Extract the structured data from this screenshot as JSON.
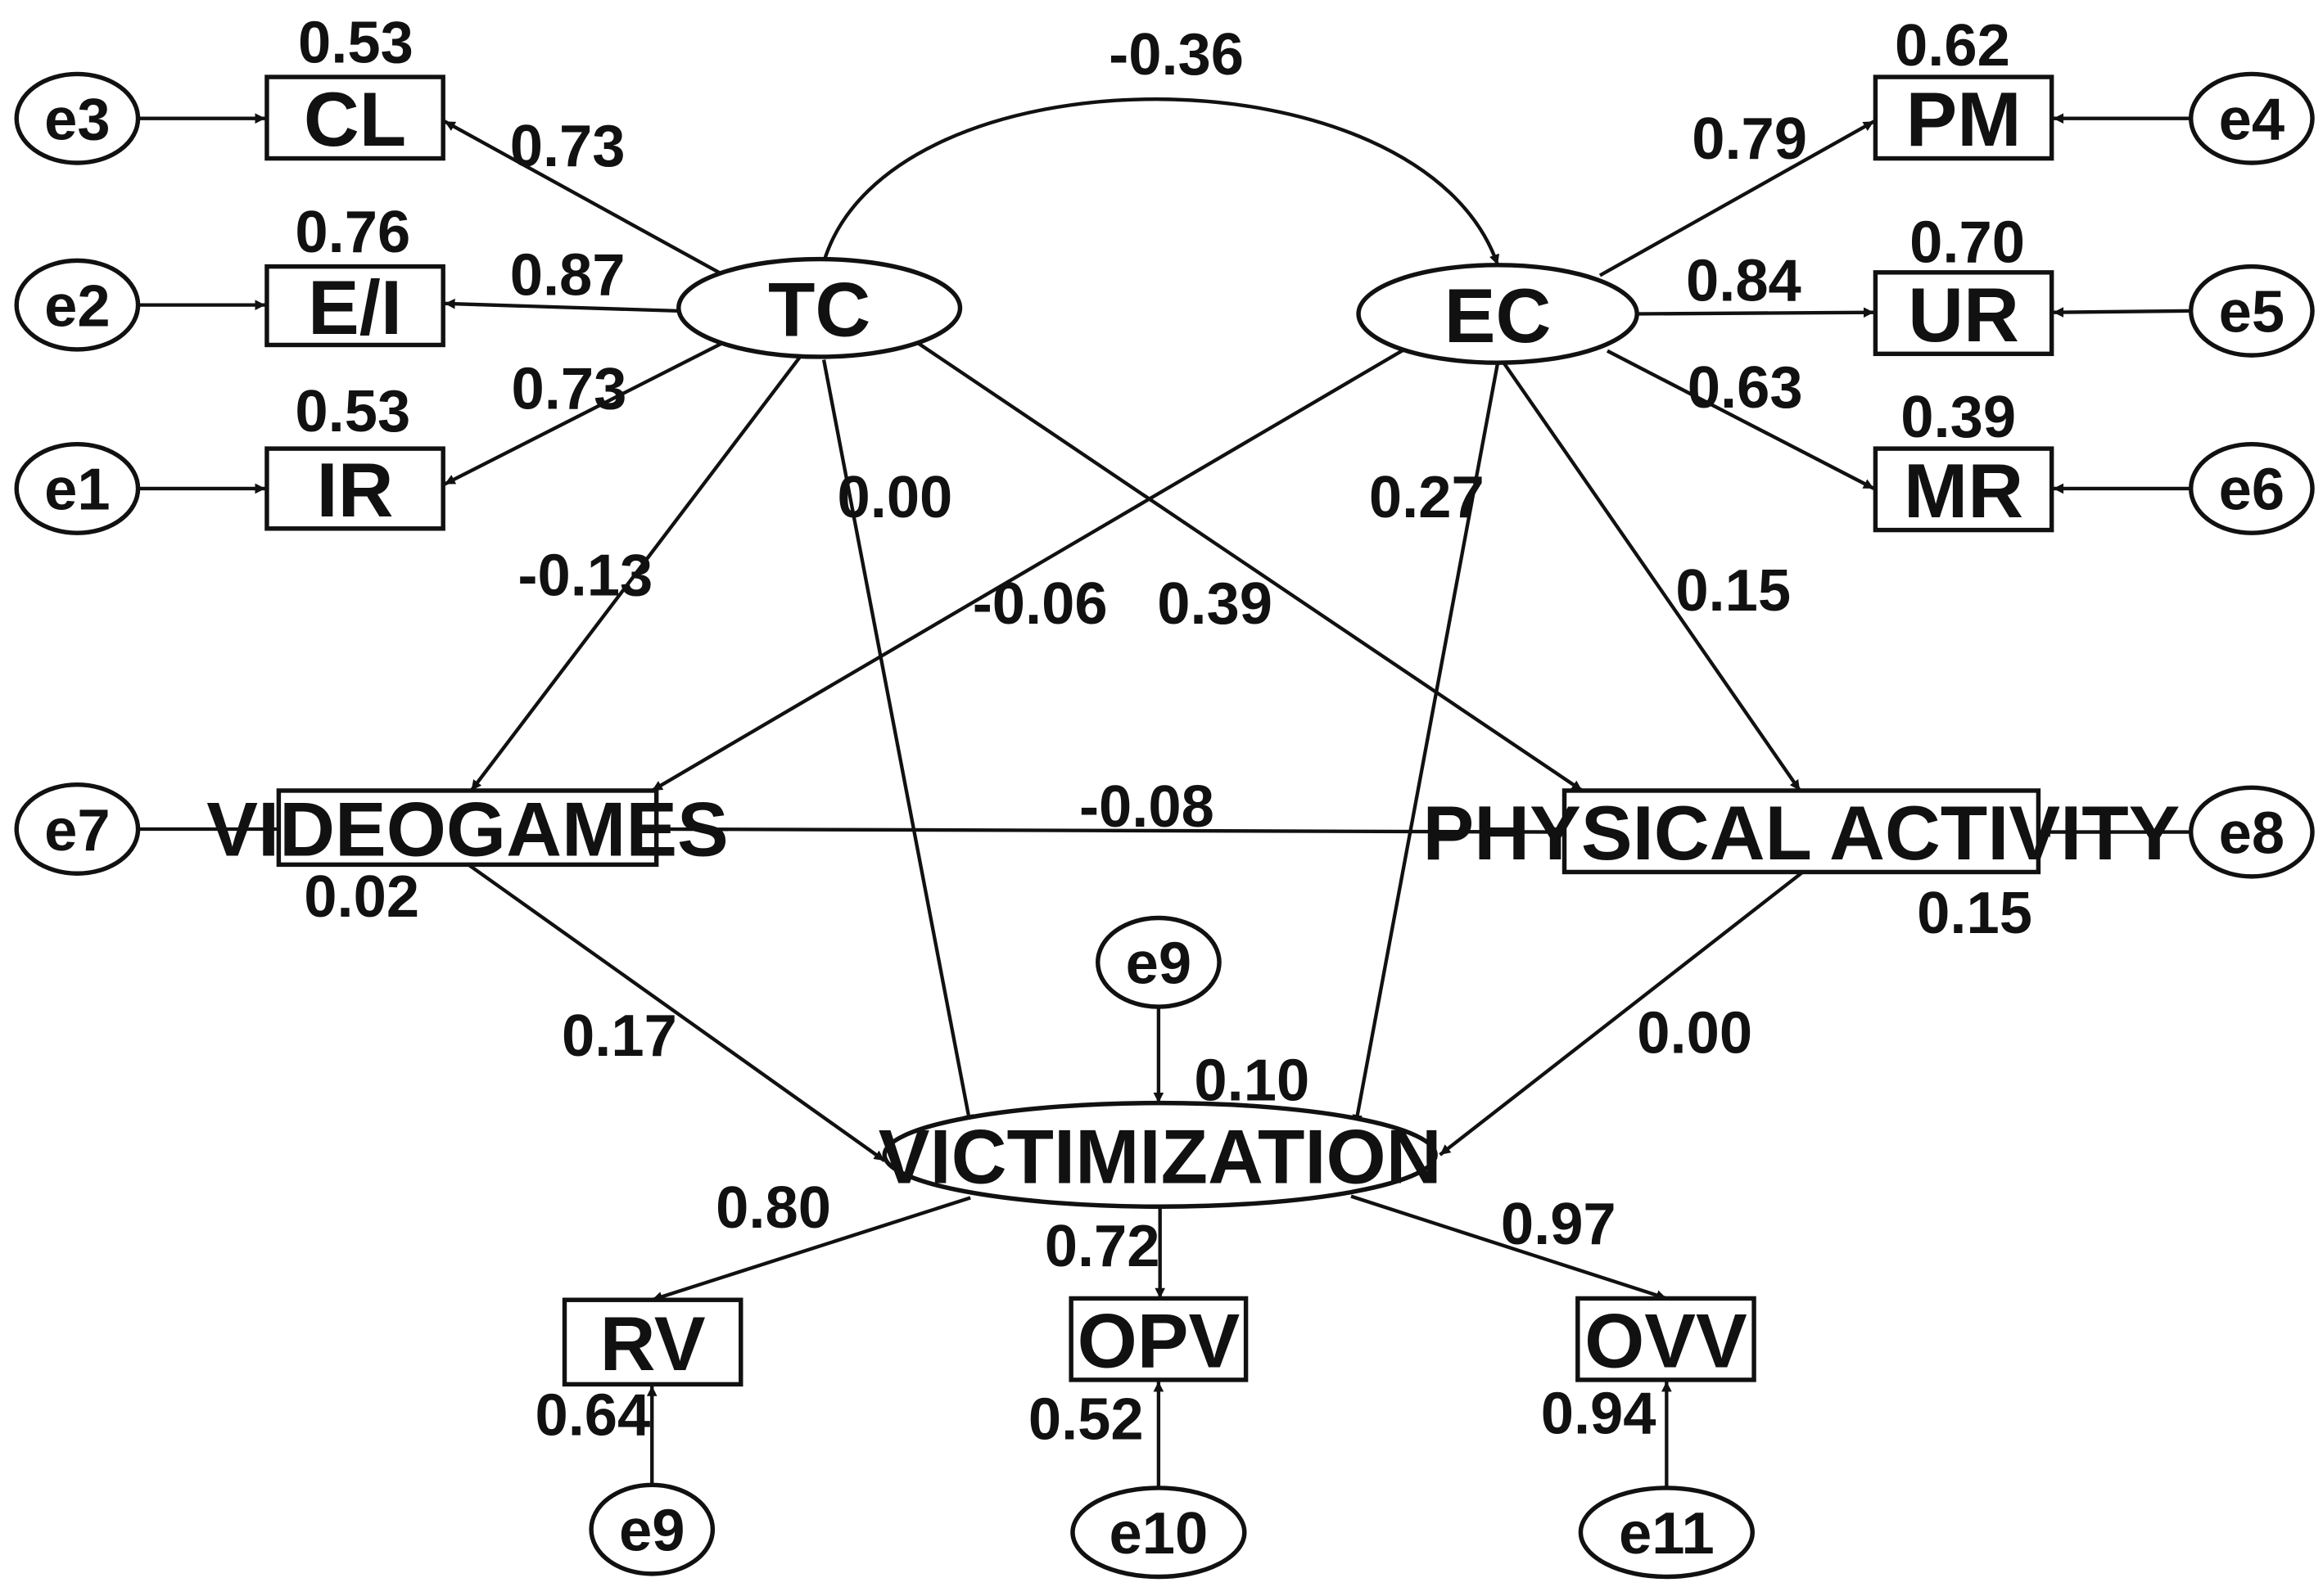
{
  "diagram": {
    "nodes": {
      "CL": {
        "label": "CL",
        "kind": "observed"
      },
      "EI": {
        "label": "E/I",
        "kind": "observed"
      },
      "IR": {
        "label": "IR",
        "kind": "observed"
      },
      "PM": {
        "label": "PM",
        "kind": "observed"
      },
      "UR": {
        "label": "UR",
        "kind": "observed"
      },
      "MR": {
        "label": "MR",
        "kind": "observed"
      },
      "VG": {
        "label": "VIDEOGAMES",
        "kind": "observed"
      },
      "PA": {
        "label": "PHYSICAL ACTIVITY",
        "kind": "observed"
      },
      "RV": {
        "label": "RV",
        "kind": "observed"
      },
      "OPV": {
        "label": "OPV",
        "kind": "observed"
      },
      "OVV": {
        "label": "OVV",
        "kind": "observed"
      },
      "TC": {
        "label": "TC",
        "kind": "latent"
      },
      "EC": {
        "label": "EC",
        "kind": "latent"
      },
      "VIC": {
        "label": "VICTIMIZATION",
        "kind": "latent"
      },
      "e3": {
        "label": "e3",
        "kind": "error"
      },
      "e2": {
        "label": "e2",
        "kind": "error"
      },
      "e1": {
        "label": "e1",
        "kind": "error"
      },
      "e4": {
        "label": "e4",
        "kind": "error"
      },
      "e5": {
        "label": "e5",
        "kind": "error"
      },
      "e6": {
        "label": "e6",
        "kind": "error"
      },
      "e7": {
        "label": "e7",
        "kind": "error"
      },
      "e8": {
        "label": "e8",
        "kind": "error"
      },
      "e9a": {
        "label": "e9",
        "kind": "error"
      },
      "e9b": {
        "label": "e9",
        "kind": "error"
      },
      "e10": {
        "label": "e10",
        "kind": "error"
      },
      "e11": {
        "label": "e11",
        "kind": "error"
      }
    },
    "edges": [
      {
        "from": "TC",
        "to": "CL",
        "coef": "0.73"
      },
      {
        "from": "TC",
        "to": "EI",
        "coef": "0.87"
      },
      {
        "from": "TC",
        "to": "IR",
        "coef": "0.73"
      },
      {
        "from": "EC",
        "to": "PM",
        "coef": "0.79"
      },
      {
        "from": "EC",
        "to": "UR",
        "coef": "0.84"
      },
      {
        "from": "EC",
        "to": "MR",
        "coef": "0.63"
      },
      {
        "from": "TC",
        "to": "VG",
        "coef": "-0.13"
      },
      {
        "from": "TC",
        "to": "VIC",
        "coef": "0.00"
      },
      {
        "from": "TC",
        "to": "PA",
        "coef": "0.39"
      },
      {
        "from": "EC",
        "to": "VG",
        "coef": "-0.06"
      },
      {
        "from": "EC",
        "to": "VIC",
        "coef": "0.27"
      },
      {
        "from": "EC",
        "to": "PA",
        "coef": "0.15"
      },
      {
        "from": "VG",
        "to": "PA",
        "coef": "-0.08"
      },
      {
        "from": "VG",
        "to": "VIC",
        "coef": "0.17"
      },
      {
        "from": "PA",
        "to": "VIC",
        "coef": "0.00"
      },
      {
        "from": "VIC",
        "to": "RV",
        "coef": "0.80"
      },
      {
        "from": "VIC",
        "to": "OPV",
        "coef": "0.72"
      },
      {
        "from": "VIC",
        "to": "OVV",
        "coef": "0.97"
      },
      {
        "from": "e3",
        "to": "CL"
      },
      {
        "from": "e2",
        "to": "EI"
      },
      {
        "from": "e1",
        "to": "IR"
      },
      {
        "from": "e4",
        "to": "PM"
      },
      {
        "from": "e5",
        "to": "UR"
      },
      {
        "from": "e6",
        "to": "MR"
      },
      {
        "from": "e7",
        "to": "VG"
      },
      {
        "from": "e8",
        "to": "PA"
      },
      {
        "from": "e9a",
        "to": "VIC"
      },
      {
        "from": "e9b",
        "to": "RV"
      },
      {
        "from": "e10",
        "to": "OPV"
      },
      {
        "from": "e11",
        "to": "OVV"
      }
    ],
    "covariance": {
      "from": "TC",
      "to": "EC",
      "coef": "-0.36"
    },
    "r_squared": {
      "CL": "0.53",
      "EI": "0.76",
      "IR": "0.53",
      "PM": "0.62",
      "UR": "0.70",
      "MR": "0.39",
      "VG": "0.02",
      "PA": "0.15",
      "VIC": "0.10",
      "RV": "0.64",
      "OPV": "0.52",
      "OVV": "0.94"
    }
  }
}
